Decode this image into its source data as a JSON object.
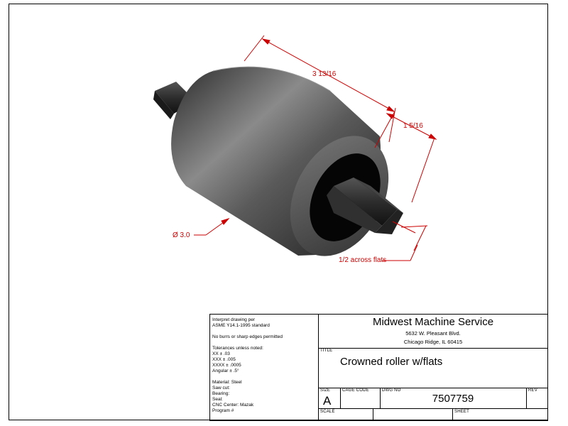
{
  "dimensions": {
    "length": "3 13/16",
    "hub_length": "1 5/16",
    "diameter": "Ø 3.0",
    "flats": "1/2 across flats"
  },
  "notes": {
    "interpret": [
      "Interpret drawing per",
      "ASME Y14.1-1995 standard"
    ],
    "burrs": "No burrs or sharp edges permitted",
    "tolerances": [
      "Tolerances unless noted:",
      "XX ± .03",
      "XXX ± .005",
      "XXXX ± .0005",
      "Angular ± .5°"
    ],
    "specs": [
      "Material: Steel",
      "Saw cut:",
      "Bearing:",
      "Seal:",
      "CNC Center: Mazak",
      "Program #"
    ]
  },
  "company": {
    "name": "Midwest Machine Service",
    "address1": "5632 W. Pleasant Blvd.",
    "address2": "Chicago Ridge, IL 60415"
  },
  "title_block": {
    "title_label": "TITLE",
    "title": "Crowned roller w/flats",
    "size_label": "SIZE",
    "size": "A",
    "cage_label": "CAGE CODE",
    "dwg_label": "DWG NO",
    "dwg_no": "7507759",
    "rev_label": "REV",
    "scale_label": "SCALE",
    "sheet_label": "SHEET"
  },
  "colors": {
    "dimension": "#cc0000",
    "line": "#000000"
  }
}
